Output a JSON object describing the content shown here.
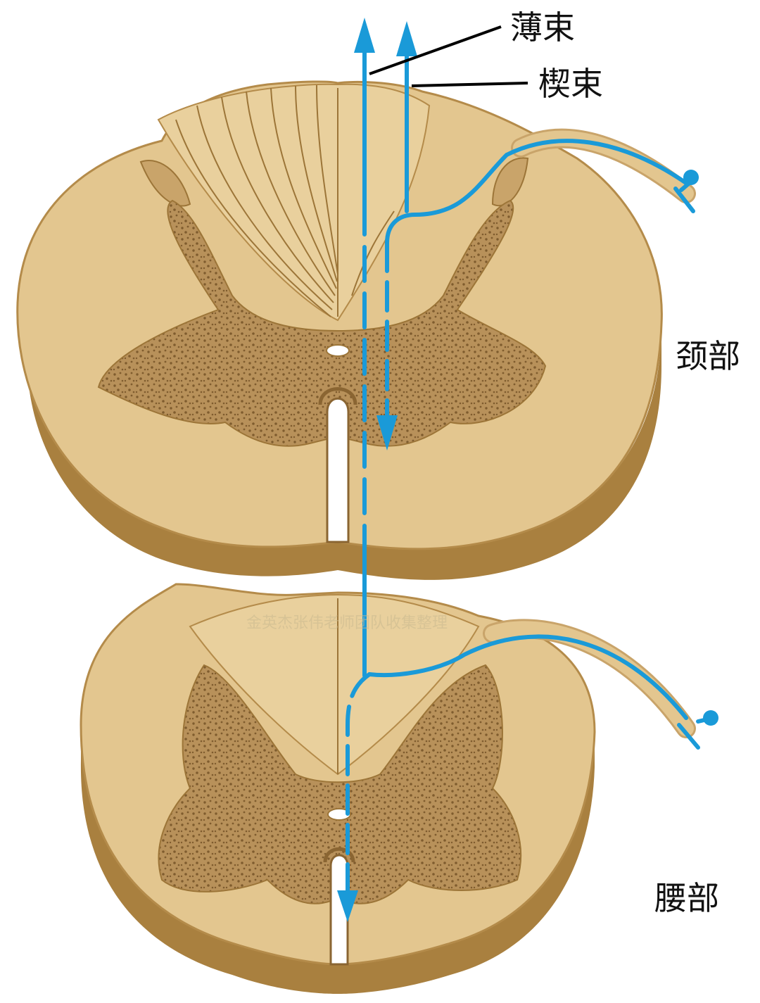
{
  "labels": {
    "fasciculus_gracilis": "薄束",
    "fasciculus_cuneatus": "楔束",
    "cervical": "颈部",
    "lumbar": "腰部"
  },
  "watermark": "金英杰张伟老师团队收集整理",
  "colors": {
    "white_matter": "#e3c68f",
    "white_matter_edge": "#b48b4a",
    "side_wall": "#a9803f",
    "gray_matter": "#b8915a",
    "gray_dots": "#7f5c2e",
    "pathway": "#1a9ad8",
    "leader_line": "#000000"
  }
}
